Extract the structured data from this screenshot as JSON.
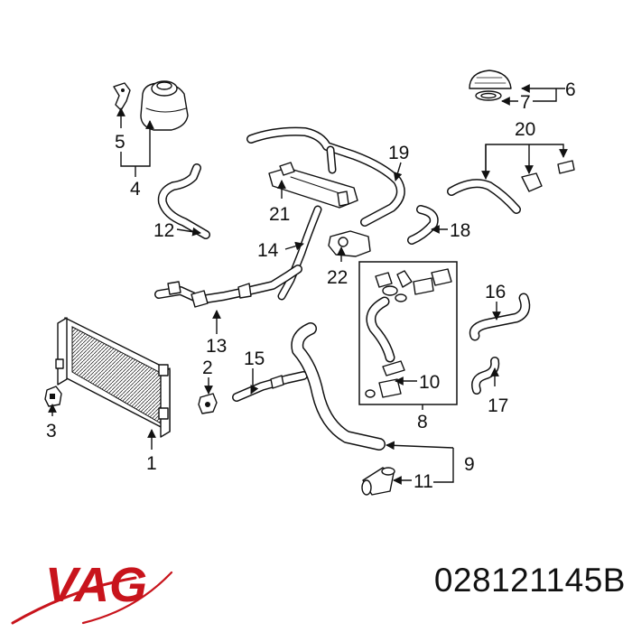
{
  "callouts": {
    "c1": "1",
    "c2": "2",
    "c3": "3",
    "c4": "4",
    "c5": "5",
    "c6": "6",
    "c7": "7",
    "c8": "8",
    "c9": "9",
    "c10": "10",
    "c11": "11",
    "c12": "12",
    "c13": "13",
    "c14": "14",
    "c15": "15",
    "c16": "16",
    "c17": "17",
    "c18": "18",
    "c19": "19",
    "c20": "20",
    "c21": "21",
    "c22": "22"
  },
  "brand": {
    "logo_text": "VAG",
    "color": "#c8141c"
  },
  "part_number": "028121145B"
}
